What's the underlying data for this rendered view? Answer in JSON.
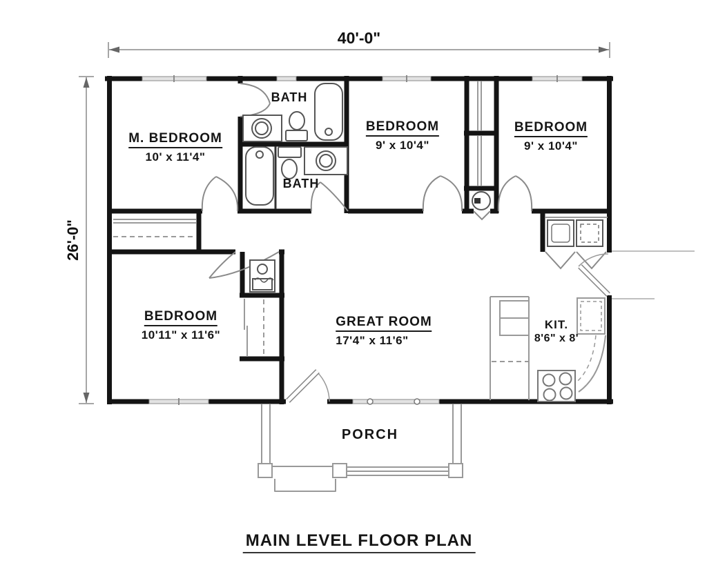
{
  "plan": {
    "title": "MAIN LEVEL FLOOR PLAN",
    "dim_width": "40'-0\"",
    "dim_height": "26'-0\"",
    "rooms": {
      "master": {
        "name": "M. BEDROOM",
        "size": "10' x 11'4\""
      },
      "bath1": {
        "name": "BATH"
      },
      "bath2": {
        "name": "BATH"
      },
      "bed2": {
        "name": "BEDROOM",
        "size": "9' x 10'4\""
      },
      "bed3": {
        "name": "BEDROOM",
        "size": "9' x 10'4\""
      },
      "bed4": {
        "name": "BEDROOM",
        "size": "10'11\" x 11'6\""
      },
      "great": {
        "name": "GREAT ROOM",
        "size": "17'4\" x 11'6\""
      },
      "kitchen": {
        "name": "KIT.",
        "size": "8'6\" x 8'"
      },
      "porch": {
        "name": "PORCH"
      }
    },
    "colors": {
      "wall": "#141414",
      "thin_line": "#999999",
      "fixture": "#555555",
      "background": "#ffffff"
    }
  }
}
